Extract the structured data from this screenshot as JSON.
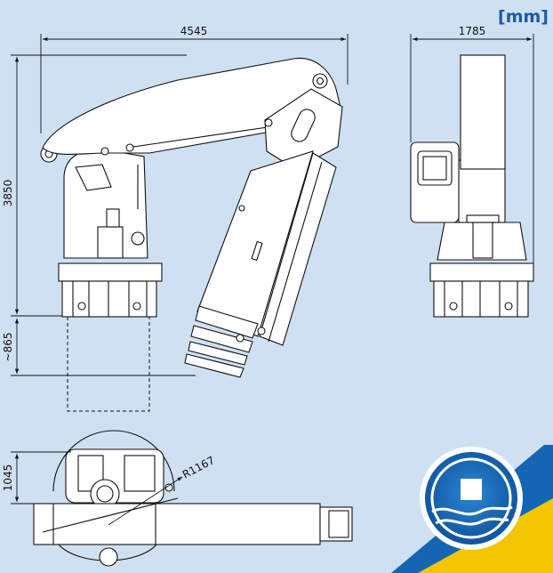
{
  "units": "[mm]",
  "dimensions": {
    "side_width": "4545",
    "front_width": "1785",
    "height": "3850",
    "below_base": "~865",
    "top_view_width": "1045",
    "radius": "R1167"
  },
  "colors": {
    "background": "#cfe0f3",
    "unit_text": "#1a5aa6",
    "logo_blue": "#1565b4",
    "accent_yellow": "#f2c500"
  },
  "icons": [
    "wave-logo-icon"
  ]
}
